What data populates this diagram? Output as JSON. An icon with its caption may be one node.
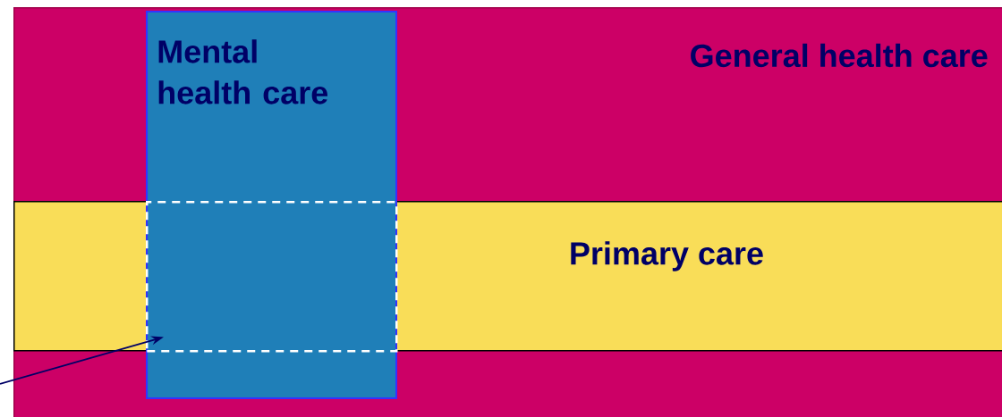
{
  "diagram": {
    "nodes": [
      {
        "text": [
          "General health care"
        ]
      },
      {
        "text": [
          "Mental health care"
        ],
        "in": 0
      },
      {
        "text": [
          "Primary care"
        ],
        "in": 0
      },
      {
        "text": [],
        "shape": "box"
      }
    ],
    "edges": [
      {
        "from": null,
        "to": 3,
        "arrow": "to"
      }
    ]
  }
}
